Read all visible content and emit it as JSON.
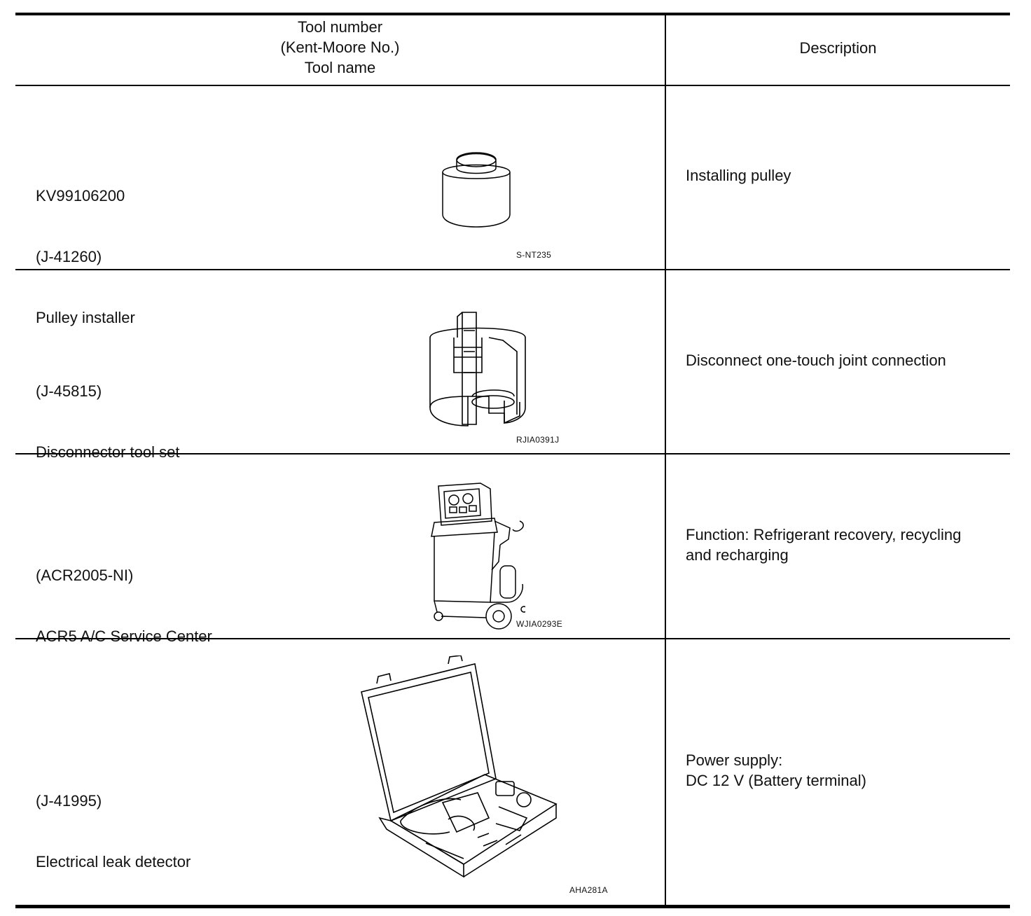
{
  "header": {
    "col1_lines": [
      "Tool number",
      "(Kent-Moore No.)",
      "Tool name"
    ],
    "col2": "Description"
  },
  "rows": [
    {
      "tool_number": "KV99106200",
      "kent_moore": "(J-41260)",
      "tool_name": "Pulley installer",
      "figure_code": "S-NT235",
      "figure_icon": "pulley-installer-illustration",
      "description_lines": [
        "Installing pulley"
      ]
    },
    {
      "tool_number": "",
      "kent_moore": "(J-45815)",
      "tool_name": "Disconnector tool set",
      "figure_code": "RJIA0391J",
      "figure_icon": "disconnector-tool-illustration",
      "description_lines": [
        "Disconnect one-touch joint connection"
      ]
    },
    {
      "tool_number": "",
      "kent_moore": "(ACR2005-NI)",
      "tool_name": "ACR5 A/C Service Center",
      "figure_code": "WJIA0293E",
      "figure_icon": "ac-service-center-illustration",
      "description_lines": [
        "Function: Refrigerant recovery, recycling",
        "and recharging"
      ]
    },
    {
      "tool_number": "",
      "kent_moore": "(J-41995)",
      "tool_name": "Electrical leak detector",
      "figure_code": "AHA281A",
      "figure_icon": "leak-detector-case-illustration",
      "description_lines": [
        "Power supply:",
        "DC 12 V (Battery terminal)"
      ]
    }
  ]
}
